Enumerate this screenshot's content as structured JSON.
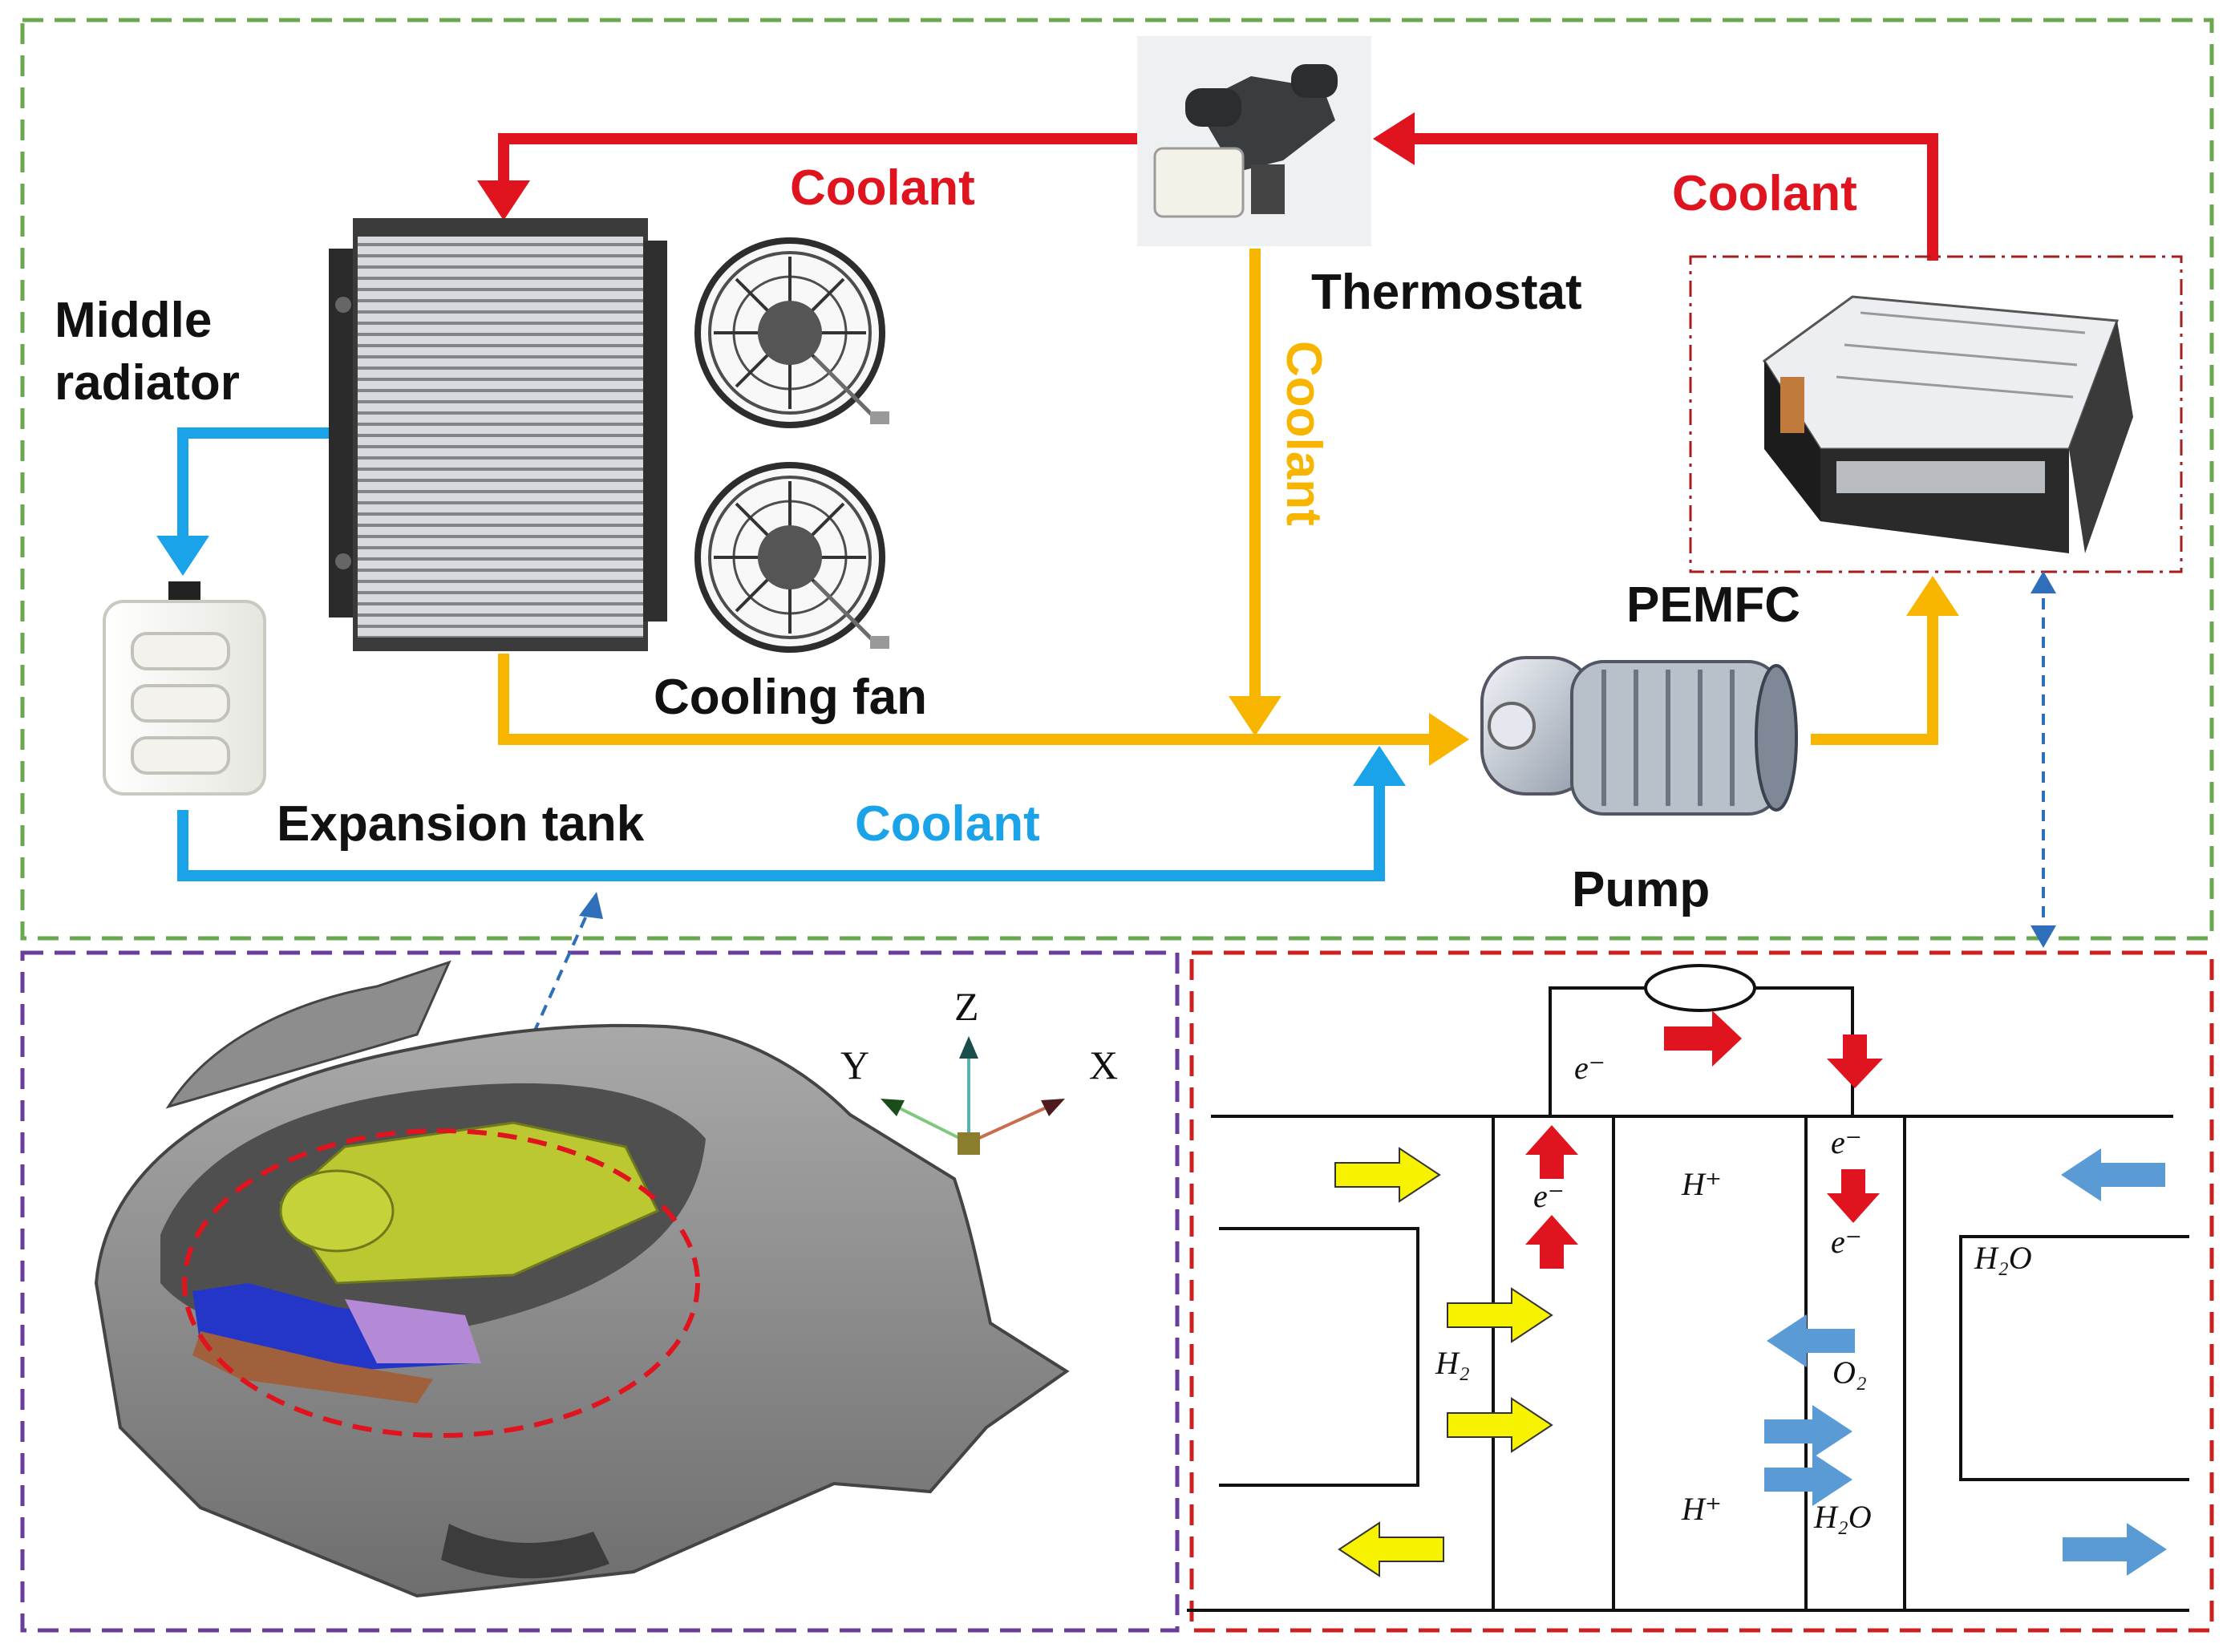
{
  "colors": {
    "red": "#e0141e",
    "yellow": "#f7b500",
    "blue": "#1aa3e8",
    "green_frame": "#6aa84f",
    "purple_frame": "#6a3d9a",
    "red_frame": "#cc1f1f",
    "car_gray": "#8c8c8c",
    "engine_yellow": "#bcc832",
    "battery_blue": "#2336c8",
    "arrow_yellow": "#f6f200",
    "arrow_blue": "#5b9bd5"
  },
  "labels": {
    "middle_radiator_line1": "Middle",
    "middle_radiator_line2": "radiator",
    "thermostat": "Thermostat",
    "pemfc": "PEMFC",
    "cooling_fan": "Cooling fan",
    "expansion_tank": "Expansion tank",
    "pump": "Pump"
  },
  "coolant": {
    "top_left": "Coolant",
    "top_right": "Coolant",
    "vertical": "Coolant",
    "bottom": "Coolant"
  },
  "axes": {
    "z": "Z",
    "y": "Y",
    "x": "X"
  },
  "cell": {
    "e_circuit": "e⁻",
    "e_anode": "e⁻",
    "e_cathode_top": "e⁻",
    "e_cathode_bottom": "e⁻",
    "h_plus_top": "H⁺",
    "h_plus_bottom": "H⁺",
    "h2": "H₂",
    "o2": "O₂",
    "h2o_right": "H₂O",
    "h2o_bottom": "H₂O"
  },
  "icons": [
    "thermostat-photo",
    "radiator-photo",
    "cooling-fan-icon",
    "expansion-tank-photo",
    "pump-photo",
    "pemfc-stack-photo",
    "car-front-render",
    "axis-triad-icon",
    "fuel-cell-schematic"
  ]
}
